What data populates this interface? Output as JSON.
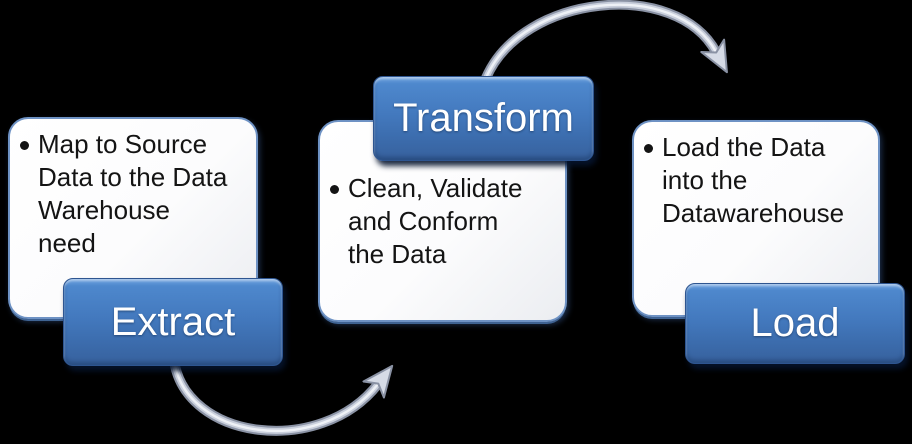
{
  "diagram": {
    "type": "process-flow",
    "background_color": "#000000",
    "steps": [
      {
        "id": "extract",
        "label": "Extract",
        "bullet_lines": [
          "Map to Source",
          "Data to the Data",
          "Warehouse",
          "need"
        ]
      },
      {
        "id": "transform",
        "label": "Transform",
        "bullet_lines": [
          "Clean, Validate",
          "and Conform",
          "the Data"
        ]
      },
      {
        "id": "load",
        "label": "Load",
        "bullet_lines": [
          "Load the Data",
          "into the",
          "Datawarehouse"
        ]
      }
    ],
    "arrows": [
      {
        "from": "Extract",
        "to": "Transform",
        "direction": "curves-down-right"
      },
      {
        "from": "Transform",
        "to": "Load",
        "direction": "curves-up-right"
      }
    ],
    "colors": {
      "label_blue_top": "#4e88cd",
      "label_blue_bottom": "#37619d",
      "label_text": "#ffffff",
      "card_fill": "#fcfcfd",
      "card_border": "#6e92c4",
      "card_text": "#141414",
      "arrow_silver": "#c9cfdc",
      "arrow_edge": "#8a92a4"
    }
  }
}
